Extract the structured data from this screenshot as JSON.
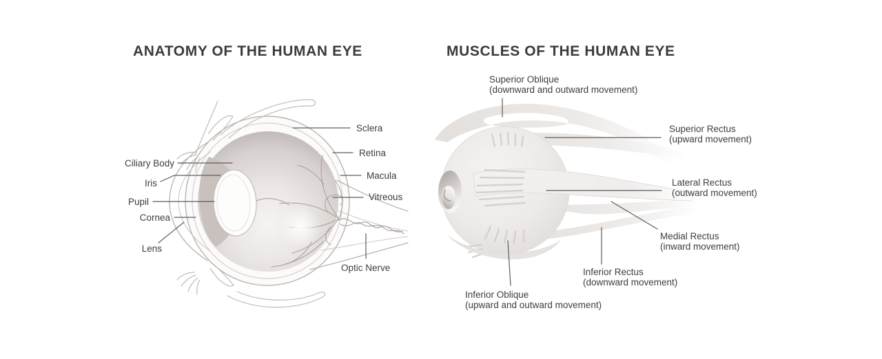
{
  "left_panel": {
    "title": "ANATOMY OF THE HUMAN EYE",
    "labels": {
      "sclera": "Sclera",
      "retina": "Retina",
      "macula": "Macula",
      "vitreous": "Vitreous",
      "ciliary_body": "Ciliary Body",
      "iris": "Iris",
      "pupil": "Pupil",
      "cornea": "Cornea",
      "lens": "Lens",
      "optic_nerve": "Optic Nerve"
    }
  },
  "right_panel": {
    "title": "MUSCLES OF THE HUMAN EYE",
    "muscles": [
      {
        "name": "Superior Oblique",
        "movement": "(downward and outward movement)"
      },
      {
        "name": "Superior Rectus",
        "movement": "(upward movement)"
      },
      {
        "name": "Lateral Rectus",
        "movement": "(outward movement)"
      },
      {
        "name": "Medial Rectus",
        "movement": "(inward movement)"
      },
      {
        "name": "Inferior Rectus",
        "movement": "(downward movement)"
      },
      {
        "name": "Inferior Oblique",
        "movement": "(upward and outward movement)"
      }
    ]
  },
  "colors": {
    "background": "#ffffff",
    "title_text": "#3b3b3b",
    "label_text": "#3d3d3d",
    "leader_line": "#5c5c5c",
    "eye_outline": "#b8b2b0",
    "eye_shade_dark": "#b3acaa",
    "eye_shade_light": "#f4f1f0",
    "iris_wedge": "#c8c1be",
    "muscle_fill": "#e5e1df",
    "tendon_finger": "#d6d1ce",
    "vessel": "#a79e9b"
  }
}
